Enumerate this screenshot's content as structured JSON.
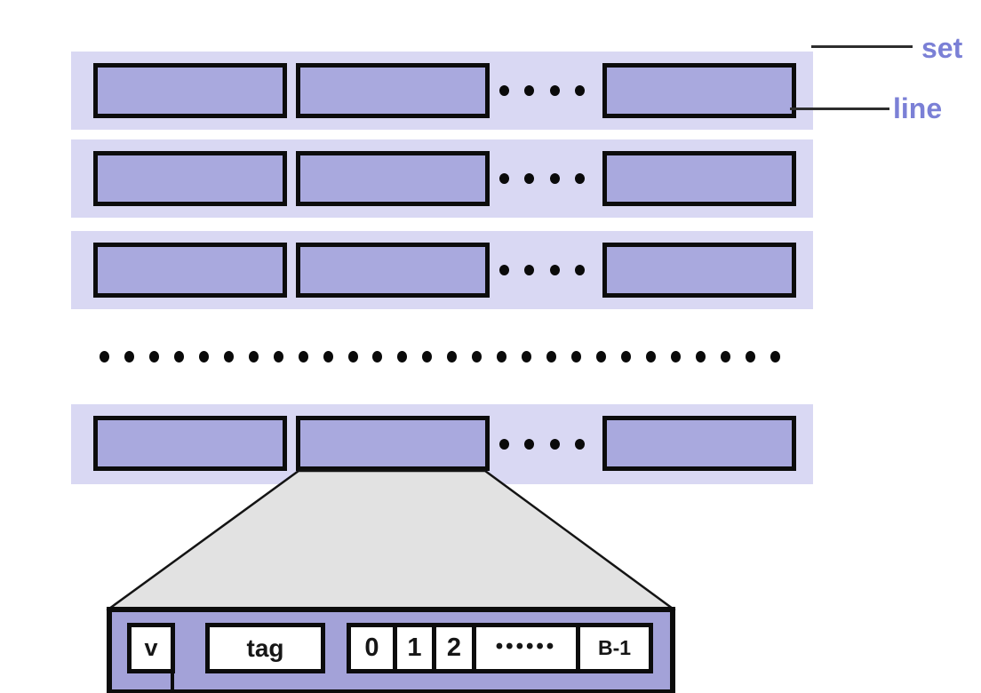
{
  "diagram": {
    "type": "cache-organization",
    "callouts": {
      "set": "set",
      "line": "line"
    },
    "structure": {
      "visible_set_rows": 4,
      "visible_lines_per_set": 3,
      "line_ellipsis_dot_count": 4,
      "set_ellipsis_dot_count": 28
    },
    "detail_line": {
      "valid_bit_label": "v",
      "tag_label": "tag",
      "block_labels": [
        "0",
        "1",
        "2"
      ],
      "block_ellipsis": "••••••",
      "last_block_label": "B-1"
    },
    "colors": {
      "set_band": "#d9d8f3",
      "line_fill": "#a9a9de",
      "detail_fill": "#a3a2d8",
      "trapezoid_fill": "#e2e2e2",
      "callout_text": "#7b80d6",
      "outline": "#0c0c0c"
    }
  }
}
